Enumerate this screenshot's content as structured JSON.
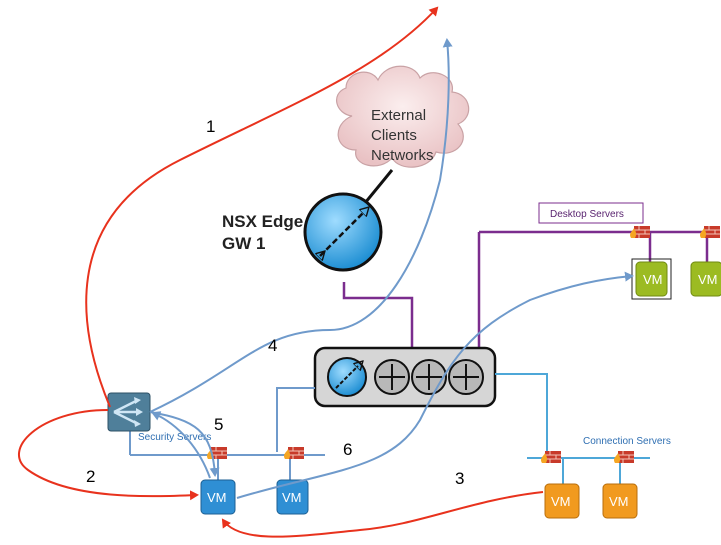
{
  "cloud": {
    "line1": "External",
    "line2": "Clients",
    "line3": "Networks"
  },
  "edge": {
    "line1": "NSX Edge",
    "line2": "GW 1"
  },
  "groups": {
    "desktop": "Desktop Servers",
    "security": "Security Servers",
    "connection": "Connection Servers"
  },
  "vm_label": "VM",
  "flows": [
    "1",
    "2",
    "3",
    "4",
    "5",
    "6"
  ],
  "colors": {
    "flow_red": "#e8321d",
    "flow_blue": "#6f9acb",
    "desktop_purple": "#7b2d8e",
    "desktop_vm": "#9cbb22",
    "security_vm": "#2f8fd4",
    "connection_vm": "#f19a1f",
    "edge_blue": "#3aa7e0"
  }
}
